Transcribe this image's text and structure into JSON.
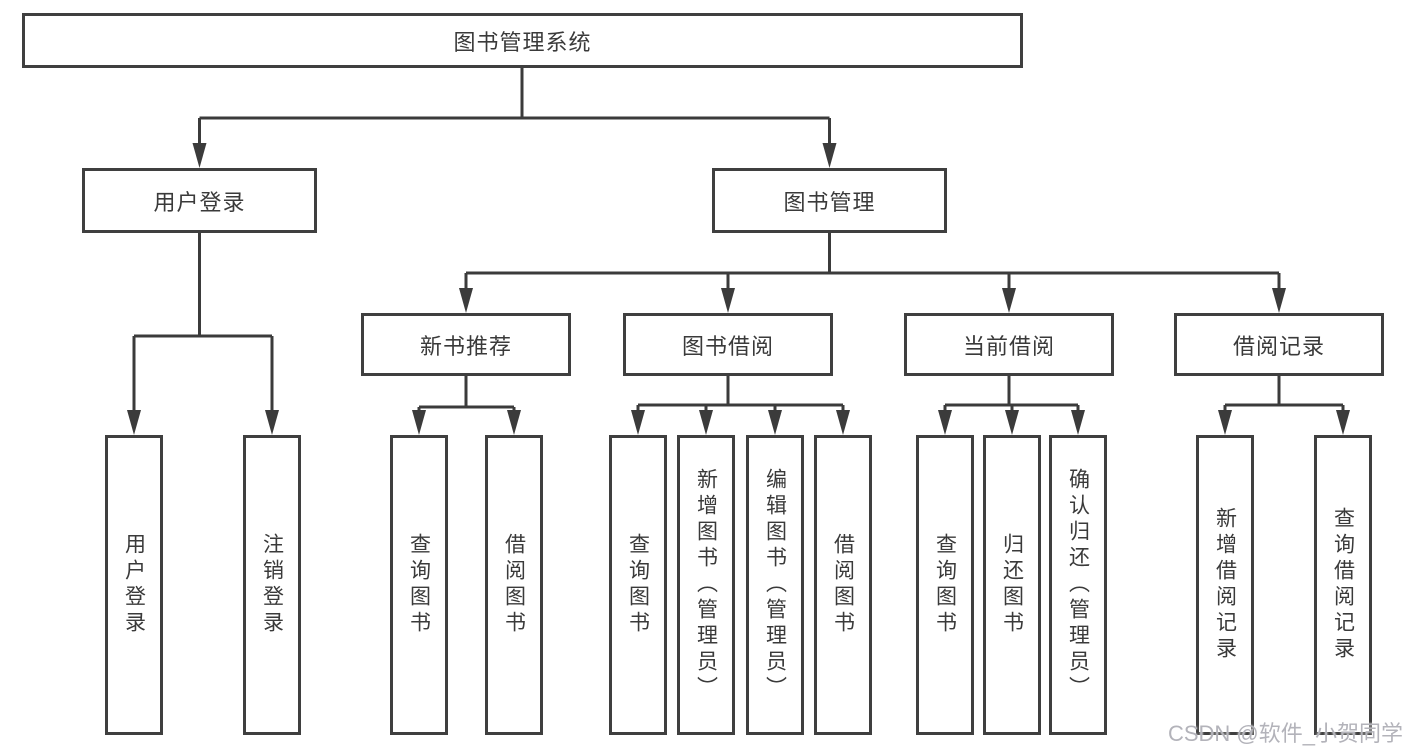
{
  "diagram": {
    "type": "hierarchy-tree",
    "colors": {
      "line": "#3b3b3b",
      "box_border": "#3f3f3f",
      "text": "#3a3a3a",
      "background": "#ffffff",
      "watermark": "#b3b3ba"
    },
    "tree": {
      "label": "图书管理系统",
      "children": [
        {
          "label": "用户登录",
          "children": [
            {
              "label": "用户登录"
            },
            {
              "label": "注销登录"
            }
          ]
        },
        {
          "label": "图书管理",
          "children": [
            {
              "label": "新书推荐",
              "children": [
                {
                  "label": "查询图书"
                },
                {
                  "label": "借阅图书"
                }
              ]
            },
            {
              "label": "图书借阅",
              "children": [
                {
                  "label": "查询图书"
                },
                {
                  "label": "新增图书（管理员）"
                },
                {
                  "label": "编辑图书（管理员）"
                },
                {
                  "label": "借阅图书"
                }
              ]
            },
            {
              "label": "当前借阅",
              "children": [
                {
                  "label": "查询图书"
                },
                {
                  "label": "归还图书"
                },
                {
                  "label": "确认归还（管理员）"
                }
              ]
            },
            {
              "label": "借阅记录",
              "children": [
                {
                  "label": "新增借阅记录"
                },
                {
                  "label": "查询借阅记录"
                }
              ]
            }
          ]
        }
      ]
    },
    "watermark": {
      "text": "CSDN @软件_小贺同学"
    }
  }
}
